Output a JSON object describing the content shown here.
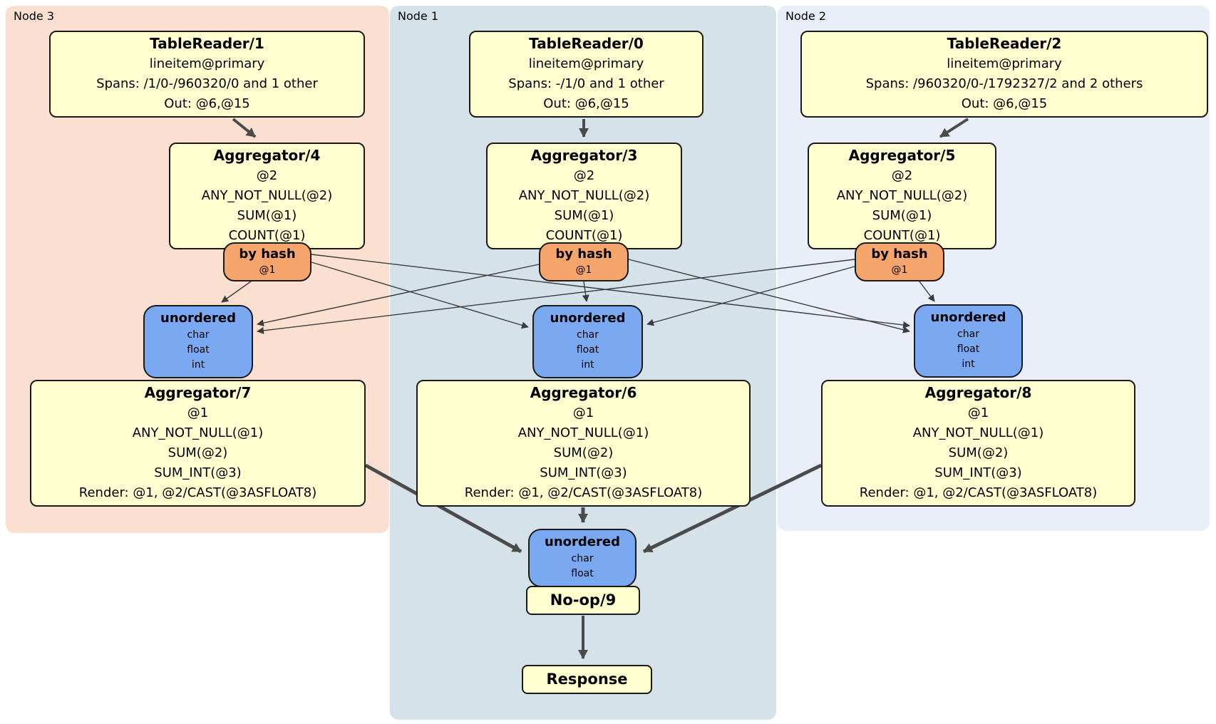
{
  "colors": {
    "node3-bg": "#fbe0d1",
    "node1-bg": "#d5e2ea",
    "node2-bg": "#e9eef8",
    "processor-fill": "#ffffcf",
    "router-fill": "#f6a56c",
    "sync-fill": "#7aa9f1",
    "box-border": "#1a1a1a",
    "edge-thin": "#3c3c3c",
    "edge-thick": "#4b4b4b",
    "text": "#000000"
  },
  "nodes": [
    {
      "label": "Node 3",
      "table_reader": {
        "title": "TableReader/1",
        "lines": [
          "lineitem@primary",
          "Spans: /1/0-/960320/0 and 1 other",
          "Out: @6,@15"
        ]
      },
      "stage1_aggregator": {
        "title": "Aggregator/4",
        "lines": [
          "@2",
          "ANY_NOT_NULL(@2)",
          "SUM(@1)",
          "COUNT(@1)"
        ]
      },
      "hash_router": {
        "title": "by hash",
        "key": "@1"
      },
      "input_sync": {
        "title": "unordered",
        "columns": [
          "char",
          "float",
          "int"
        ]
      },
      "stage2_aggregator": {
        "title": "Aggregator/7",
        "lines": [
          "@1",
          "ANY_NOT_NULL(@1)",
          "SUM(@2)",
          "SUM_INT(@3)",
          "Render: @1, @2/CAST(@3ASFLOAT8)"
        ]
      }
    },
    {
      "label": "Node 1",
      "table_reader": {
        "title": "TableReader/0",
        "lines": [
          "lineitem@primary",
          "Spans: -/1/0 and 1 other",
          "Out: @6,@15"
        ]
      },
      "stage1_aggregator": {
        "title": "Aggregator/3",
        "lines": [
          "@2",
          "ANY_NOT_NULL(@2)",
          "SUM(@1)",
          "COUNT(@1)"
        ]
      },
      "hash_router": {
        "title": "by hash",
        "key": "@1"
      },
      "input_sync": {
        "title": "unordered",
        "columns": [
          "char",
          "float",
          "int"
        ]
      },
      "stage2_aggregator": {
        "title": "Aggregator/6",
        "lines": [
          "@1",
          "ANY_NOT_NULL(@1)",
          "SUM(@2)",
          "SUM_INT(@3)",
          "Render: @1, @2/CAST(@3ASFLOAT8)"
        ]
      }
    },
    {
      "label": "Node 2",
      "table_reader": {
        "title": "TableReader/2",
        "lines": [
          "lineitem@primary",
          "Spans: /960320/0-/1792327/2 and 2 others",
          "Out: @6,@15"
        ]
      },
      "stage1_aggregator": {
        "title": "Aggregator/5",
        "lines": [
          "@2",
          "ANY_NOT_NULL(@2)",
          "SUM(@1)",
          "COUNT(@1)"
        ]
      },
      "hash_router": {
        "title": "by hash",
        "key": "@1"
      },
      "input_sync": {
        "title": "unordered",
        "columns": [
          "char",
          "float",
          "int"
        ]
      },
      "stage2_aggregator": {
        "title": "Aggregator/8",
        "lines": [
          "@1",
          "ANY_NOT_NULL(@1)",
          "SUM(@2)",
          "SUM_INT(@3)",
          "Render: @1, @2/CAST(@3ASFLOAT8)"
        ]
      }
    }
  ],
  "final_stage": {
    "output_sync": {
      "title": "unordered",
      "columns": [
        "char",
        "float"
      ]
    },
    "noop": {
      "title": "No-op/9"
    },
    "response": {
      "title": "Response"
    }
  }
}
